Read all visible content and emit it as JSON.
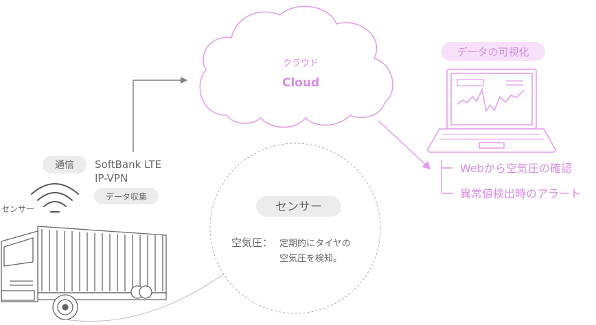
{
  "cloud": {
    "label_ja": "クラウド",
    "label_en": "Cloud"
  },
  "visualization": {
    "title": "データの可視化",
    "items": [
      "Webから空気圧の確認",
      "異常値検出時のアラート"
    ]
  },
  "communication": {
    "badge": "通信",
    "lines": [
      "SoftBank LTE",
      "IP-VPN"
    ],
    "collect_badge": "データ収集"
  },
  "sensor_label": "センサー",
  "sensor_detail": {
    "badge": "センサー",
    "term": "空気圧：",
    "description_lines": [
      "定期的にタイヤの",
      "空気圧を検知。"
    ]
  },
  "colors": {
    "accent": "#e49ae9",
    "accent_text": "#d88ce0",
    "accent_badge_bg": "#f7e1f8",
    "gray_line": "#808080",
    "gray_text": "#666666",
    "badge_bg": "#ececec"
  },
  "icons": [
    "cloud-icon",
    "laptop-icon",
    "wifi-signal-icon",
    "truck-icon",
    "arrow-right-icon"
  ]
}
